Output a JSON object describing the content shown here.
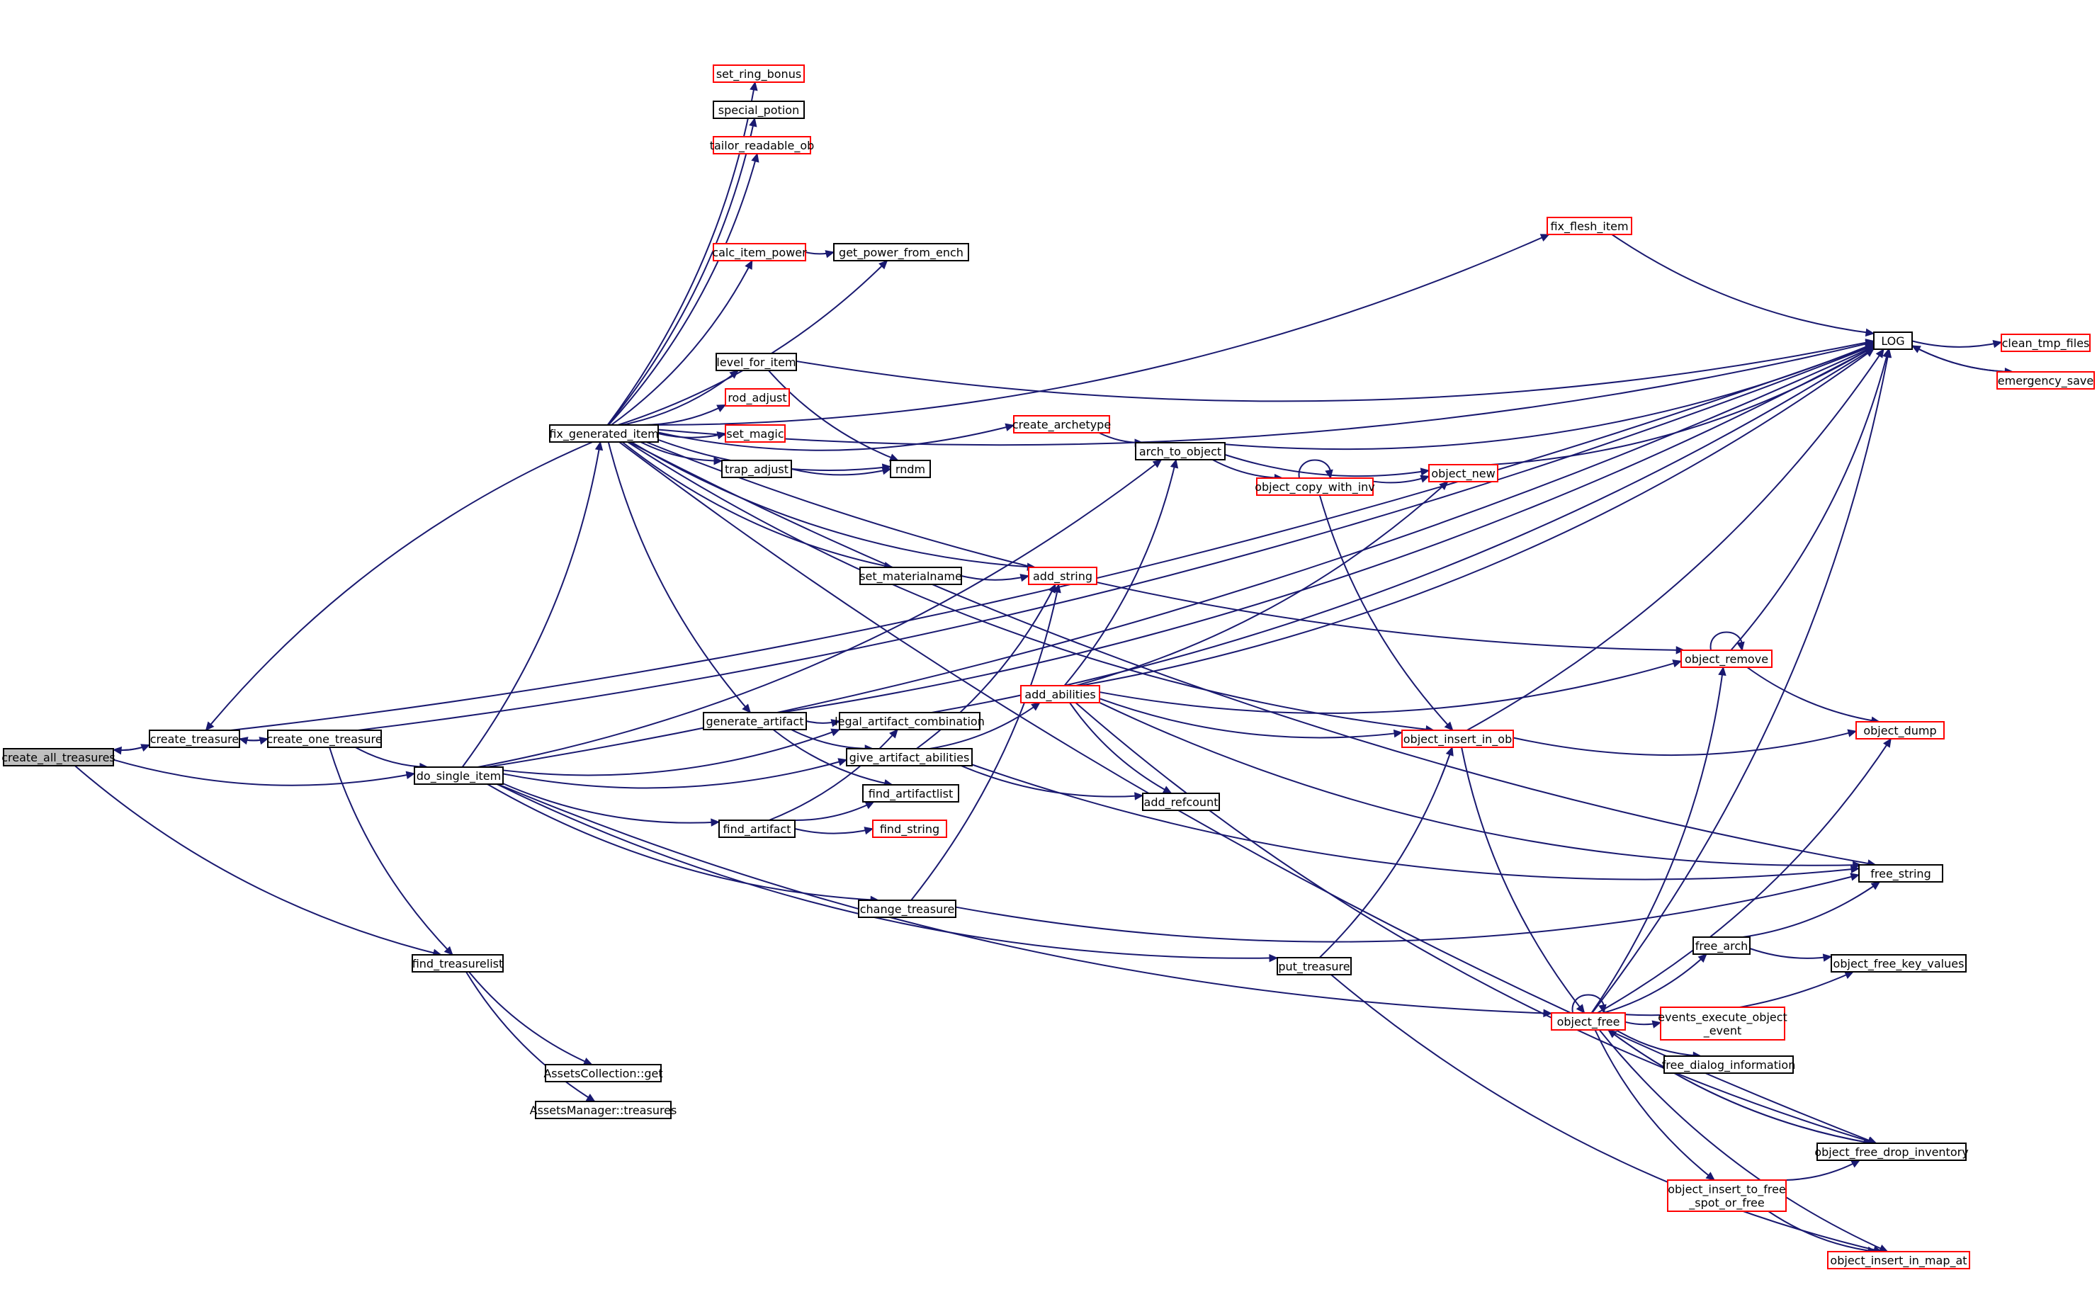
{
  "colors": {
    "edge": "#191970",
    "box_border_default": "#000000",
    "box_border_truncated": "#ff0000",
    "root_fill": "#bfbfbf",
    "background": "#ffffff"
  },
  "nodes": [
    {
      "id": "create_all_treasures",
      "label": "create_all_treasures",
      "style": "root"
    },
    {
      "id": "create_treasure",
      "label": "create_treasure",
      "style": "black"
    },
    {
      "id": "create_one_treasure",
      "label": "create_one_treasure",
      "style": "black"
    },
    {
      "id": "do_single_item",
      "label": "do_single_item",
      "style": "black"
    },
    {
      "id": "find_treasurelist",
      "label": "find_treasurelist",
      "style": "black"
    },
    {
      "id": "assets_collection_get",
      "label": "AssetsCollection::get",
      "style": "black"
    },
    {
      "id": "assets_manager_treasures",
      "label": "AssetsManager::treasures",
      "style": "black"
    },
    {
      "id": "fix_generated_item",
      "label": "fix_generated_item",
      "style": "black"
    },
    {
      "id": "set_ring_bonus",
      "label": "set_ring_bonus",
      "style": "red"
    },
    {
      "id": "special_potion",
      "label": "special_potion",
      "style": "black"
    },
    {
      "id": "tailor_readable_ob",
      "label": "tailor_readable_ob",
      "style": "red"
    },
    {
      "id": "calc_item_power",
      "label": "calc_item_power",
      "style": "red"
    },
    {
      "id": "get_power_from_ench",
      "label": "get_power_from_ench",
      "style": "black"
    },
    {
      "id": "level_for_item",
      "label": "level_for_item",
      "style": "black"
    },
    {
      "id": "rod_adjust",
      "label": "rod_adjust",
      "style": "red"
    },
    {
      "id": "set_magic",
      "label": "set_magic",
      "style": "red"
    },
    {
      "id": "trap_adjust",
      "label": "trap_adjust",
      "style": "black"
    },
    {
      "id": "rndm",
      "label": "rndm",
      "style": "black"
    },
    {
      "id": "set_materialname",
      "label": "set_materialname",
      "style": "black"
    },
    {
      "id": "add_string",
      "label": "add_string",
      "style": "red"
    },
    {
      "id": "generate_artifact",
      "label": "generate_artifact",
      "style": "black"
    },
    {
      "id": "legal_artifact_combination",
      "label": "legal_artifact_combination",
      "style": "black"
    },
    {
      "id": "give_artifact_abilities",
      "label": "give_artifact_abilities",
      "style": "black"
    },
    {
      "id": "find_artifactlist",
      "label": "find_artifactlist",
      "style": "black"
    },
    {
      "id": "find_artifact",
      "label": "find_artifact",
      "style": "black"
    },
    {
      "id": "find_string",
      "label": "find_string",
      "style": "red"
    },
    {
      "id": "change_treasure",
      "label": "change_treasure",
      "style": "black"
    },
    {
      "id": "put_treasure",
      "label": "put_treasure",
      "style": "black"
    },
    {
      "id": "create_archetype",
      "label": "create_archetype",
      "style": "red"
    },
    {
      "id": "arch_to_object",
      "label": "arch_to_object",
      "style": "black"
    },
    {
      "id": "object_copy_with_inv",
      "label": "object_copy_with_inv",
      "style": "red"
    },
    {
      "id": "object_new",
      "label": "object_new",
      "style": "red"
    },
    {
      "id": "add_abilities",
      "label": "add_abilities",
      "style": "red"
    },
    {
      "id": "add_refcount",
      "label": "add_refcount",
      "style": "black"
    },
    {
      "id": "fix_flesh_item",
      "label": "fix_flesh_item",
      "style": "red"
    },
    {
      "id": "log",
      "label": "LOG",
      "style": "black"
    },
    {
      "id": "clean_tmp_files",
      "label": "clean_tmp_files",
      "style": "red"
    },
    {
      "id": "emergency_save",
      "label": "emergency_save",
      "style": "red"
    },
    {
      "id": "object_remove",
      "label": "object_remove",
      "style": "red"
    },
    {
      "id": "object_insert_in_ob",
      "label": "object_insert_in_ob",
      "style": "red"
    },
    {
      "id": "object_dump",
      "label": "object_dump",
      "style": "red"
    },
    {
      "id": "free_string",
      "label": "free_string",
      "style": "black"
    },
    {
      "id": "free_arch",
      "label": "free_arch",
      "style": "black"
    },
    {
      "id": "object_free_key_values",
      "label": "object_free_key_values",
      "style": "black"
    },
    {
      "id": "object_free",
      "label": "object_free",
      "style": "red"
    },
    {
      "id": "events_execute_object_event",
      "label": [
        "events_execute_object",
        "_event"
      ],
      "style": "red"
    },
    {
      "id": "free_dialog_information",
      "label": "free_dialog_information",
      "style": "black"
    },
    {
      "id": "object_free_drop_inventory",
      "label": "object_free_drop_inventory",
      "style": "black"
    },
    {
      "id": "object_insert_to_free_spot_or_free",
      "label": [
        "object_insert_to_free",
        "_spot_or_free"
      ],
      "style": "red"
    },
    {
      "id": "object_insert_in_map_at",
      "label": "object_insert_in_map_at",
      "style": "red"
    }
  ],
  "edges": [
    [
      "create_all_treasures",
      "create_treasure"
    ],
    [
      "create_all_treasures",
      "do_single_item"
    ],
    [
      "create_all_treasures",
      "find_treasurelist"
    ],
    [
      "create_treasure",
      "create_all_treasures"
    ],
    [
      "create_treasure",
      "create_one_treasure"
    ],
    [
      "create_treasure",
      "log"
    ],
    [
      "create_one_treasure",
      "create_treasure"
    ],
    [
      "create_one_treasure",
      "do_single_item"
    ],
    [
      "create_one_treasure",
      "find_treasurelist"
    ],
    [
      "create_one_treasure",
      "log"
    ],
    [
      "find_treasurelist",
      "assets_collection_get"
    ],
    [
      "find_treasurelist",
      "assets_manager_treasures"
    ],
    [
      "do_single_item",
      "fix_generated_item"
    ],
    [
      "do_single_item",
      "arch_to_object"
    ],
    [
      "do_single_item",
      "log"
    ],
    [
      "do_single_item",
      "legal_artifact_combination"
    ],
    [
      "do_single_item",
      "give_artifact_abilities"
    ],
    [
      "do_single_item",
      "find_artifact"
    ],
    [
      "do_single_item",
      "change_treasure"
    ],
    [
      "do_single_item",
      "put_treasure"
    ],
    [
      "do_single_item",
      "object_free"
    ],
    [
      "fix_generated_item",
      "create_treasure"
    ],
    [
      "fix_generated_item",
      "set_ring_bonus"
    ],
    [
      "fix_generated_item",
      "special_potion"
    ],
    [
      "fix_generated_item",
      "tailor_readable_ob"
    ],
    [
      "fix_generated_item",
      "log"
    ],
    [
      "fix_generated_item",
      "fix_flesh_item"
    ],
    [
      "fix_generated_item",
      "calc_item_power"
    ],
    [
      "fix_generated_item",
      "get_power_from_ench"
    ],
    [
      "fix_generated_item",
      "create_archetype"
    ],
    [
      "fix_generated_item",
      "level_for_item"
    ],
    [
      "fix_generated_item",
      "rod_adjust"
    ],
    [
      "fix_generated_item",
      "set_magic"
    ],
    [
      "fix_generated_item",
      "trap_adjust"
    ],
    [
      "fix_generated_item",
      "rndm"
    ],
    [
      "fix_generated_item",
      "set_materialname"
    ],
    [
      "fix_generated_item",
      "add_string"
    ],
    [
      "fix_generated_item",
      "object_remove"
    ],
    [
      "fix_generated_item",
      "generate_artifact"
    ],
    [
      "fix_generated_item",
      "free_string"
    ],
    [
      "fix_generated_item",
      "object_insert_in_ob"
    ],
    [
      "fix_generated_item",
      "object_free_drop_inventory"
    ],
    [
      "calc_item_power",
      "get_power_from_ench"
    ],
    [
      "level_for_item",
      "log"
    ],
    [
      "level_for_item",
      "rndm"
    ],
    [
      "trap_adjust",
      "rndm"
    ],
    [
      "set_materialname",
      "add_string"
    ],
    [
      "generate_artifact",
      "legal_artifact_combination"
    ],
    [
      "generate_artifact",
      "give_artifact_abilities"
    ],
    [
      "generate_artifact",
      "find_artifactlist"
    ],
    [
      "generate_artifact",
      "log"
    ],
    [
      "legal_artifact_combination",
      "log"
    ],
    [
      "give_artifact_abilities",
      "add_abilities"
    ],
    [
      "give_artifact_abilities",
      "add_string"
    ],
    [
      "give_artifact_abilities",
      "add_refcount"
    ],
    [
      "give_artifact_abilities",
      "free_string"
    ],
    [
      "find_artifact",
      "legal_artifact_combination"
    ],
    [
      "find_artifact",
      "find_artifactlist"
    ],
    [
      "find_artifact",
      "find_string"
    ],
    [
      "change_treasure",
      "add_string"
    ],
    [
      "change_treasure",
      "free_string"
    ],
    [
      "put_treasure",
      "object_insert_in_ob"
    ],
    [
      "put_treasure",
      "object_insert_in_map_at"
    ],
    [
      "create_archetype",
      "arch_to_object"
    ],
    [
      "arch_to_object",
      "log"
    ],
    [
      "arch_to_object",
      "object_new"
    ],
    [
      "arch_to_object",
      "object_copy_with_inv"
    ],
    [
      "object_copy_with_inv",
      "object_copy_with_inv"
    ],
    [
      "object_copy_with_inv",
      "object_new"
    ],
    [
      "object_copy_with_inv",
      "object_insert_in_ob"
    ],
    [
      "object_new",
      "log"
    ],
    [
      "add_abilities",
      "log"
    ],
    [
      "add_abilities",
      "arch_to_object"
    ],
    [
      "add_abilities",
      "object_new"
    ],
    [
      "add_abilities",
      "object_remove"
    ],
    [
      "add_abilities",
      "object_insert_in_ob"
    ],
    [
      "add_abilities",
      "add_refcount"
    ],
    [
      "add_abilities",
      "free_string"
    ],
    [
      "add_abilities",
      "object_free_drop_inventory"
    ],
    [
      "fix_flesh_item",
      "log"
    ],
    [
      "log",
      "clean_tmp_files"
    ],
    [
      "log",
      "emergency_save"
    ],
    [
      "emergency_save",
      "log"
    ],
    [
      "object_remove",
      "object_remove"
    ],
    [
      "object_remove",
      "log"
    ],
    [
      "object_remove",
      "object_dump"
    ],
    [
      "object_insert_in_ob",
      "log"
    ],
    [
      "object_insert_in_ob",
      "object_dump"
    ],
    [
      "object_insert_in_ob",
      "object_free"
    ],
    [
      "free_arch",
      "free_string"
    ],
    [
      "free_arch",
      "object_free_key_values"
    ],
    [
      "object_free",
      "object_free"
    ],
    [
      "object_free",
      "log"
    ],
    [
      "object_free",
      "object_remove"
    ],
    [
      "object_free",
      "object_dump"
    ],
    [
      "object_free",
      "free_arch"
    ],
    [
      "object_free",
      "object_free_key_values"
    ],
    [
      "object_free",
      "events_execute_object_event"
    ],
    [
      "object_free",
      "free_dialog_information"
    ],
    [
      "object_free",
      "object_free_drop_inventory"
    ],
    [
      "object_free",
      "object_insert_to_free_spot_or_free"
    ],
    [
      "object_free",
      "object_insert_in_map_at"
    ],
    [
      "object_free_drop_inventory",
      "object_free"
    ],
    [
      "object_insert_to_free_spot_or_free",
      "object_free_drop_inventory"
    ],
    [
      "object_insert_to_free_spot_or_free",
      "object_insert_in_map_at"
    ]
  ]
}
